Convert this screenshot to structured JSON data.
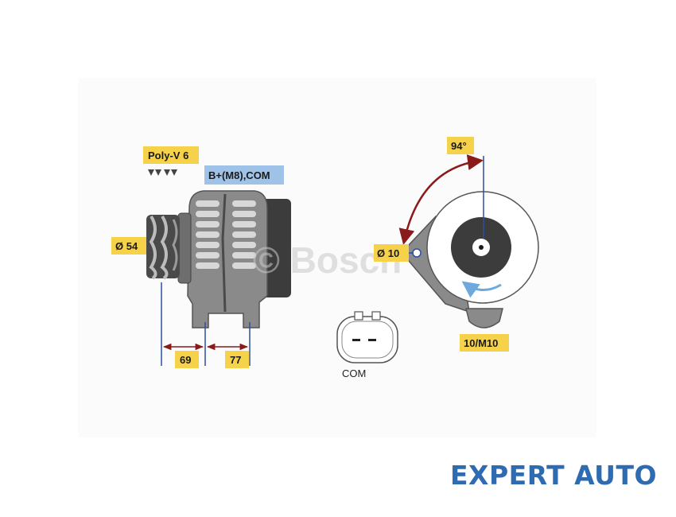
{
  "diagram": {
    "labels": {
      "poly_v": "Poly-V 6",
      "terminal": "B+(M8),COM",
      "pulley_diameter": "Ø 54",
      "dim_69": "69",
      "dim_77": "77",
      "hole_diameter": "Ø 10",
      "angle": "94°",
      "bolt": "10/M10",
      "connector": "COM"
    },
    "watermark": "© Bosch"
  },
  "brand": {
    "name": "EXPERT AUTO",
    "color": "#2f6bb0"
  },
  "colors": {
    "label_yellow": "#f6d24a",
    "label_blue": "#9fc3e8",
    "dimension_line": "#2b4fa0",
    "angle_arc": "#8b1a1a",
    "rotation_arrow": "#6fa8dc",
    "body_gray": "#8a8a8a",
    "dark_gray": "#3c3c3c"
  }
}
